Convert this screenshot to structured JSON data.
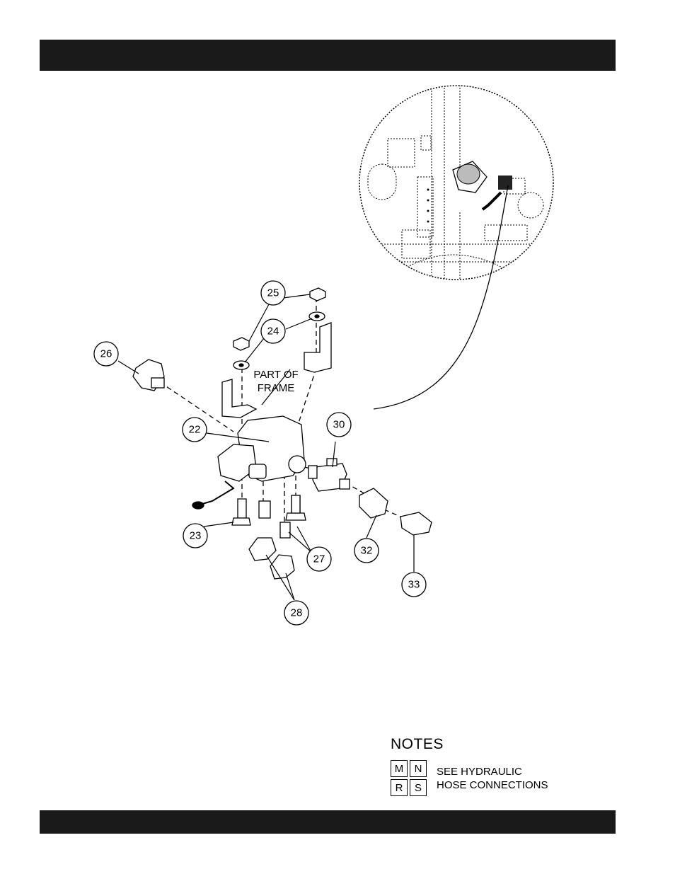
{
  "callouts": [
    "25",
    "24",
    "26",
    "22",
    "30",
    "23",
    "27",
    "32",
    "28",
    "33"
  ],
  "part_of_frame": [
    "PART OF",
    "FRAME"
  ],
  "notes": {
    "title": "NOTES",
    "keys": [
      "M",
      "N",
      "R",
      "S"
    ],
    "text_line1": "SEE HYDRAULIC",
    "text_line2": "HOSE CONNECTIONS"
  }
}
